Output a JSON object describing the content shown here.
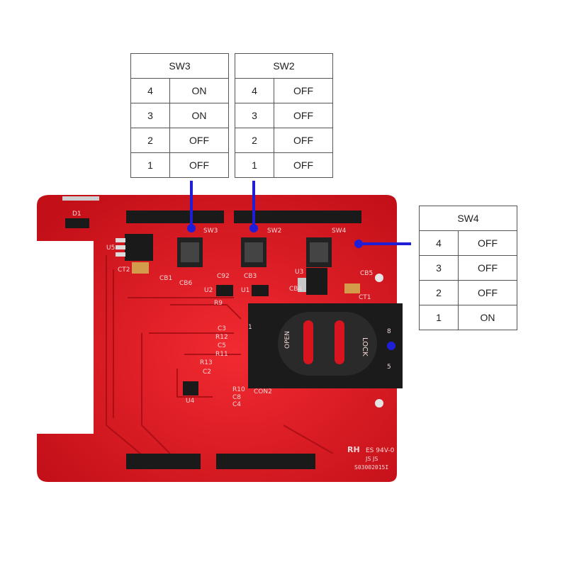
{
  "switch_tables": [
    {
      "id": "sw3",
      "title": "SW3",
      "rows": [
        {
          "position": "4",
          "state": "ON"
        },
        {
          "position": "3",
          "state": "ON"
        },
        {
          "position": "2",
          "state": "OFF"
        },
        {
          "position": "1",
          "state": "OFF"
        }
      ]
    },
    {
      "id": "sw2",
      "title": "SW2",
      "rows": [
        {
          "position": "4",
          "state": "OFF"
        },
        {
          "position": "3",
          "state": "OFF"
        },
        {
          "position": "2",
          "state": "OFF"
        },
        {
          "position": "1",
          "state": "OFF"
        }
      ]
    },
    {
      "id": "sw4",
      "title": "SW4",
      "rows": [
        {
          "position": "4",
          "state": "OFF"
        },
        {
          "position": "3",
          "state": "OFF"
        },
        {
          "position": "2",
          "state": "OFF"
        },
        {
          "position": "1",
          "state": "ON"
        }
      ]
    }
  ],
  "silkscreen": {
    "d1": "D1",
    "u5": "U5",
    "ct2": "CT2",
    "cb1": "CB1",
    "cb6": "CB6",
    "c92": "C92",
    "cb3": "CB3",
    "u2": "U2",
    "u1": "U1",
    "cb4": "CB4",
    "u3": "U3",
    "cb5": "CB5",
    "ct1": "CT1",
    "r9": "R9",
    "c3": "C3",
    "r12": "R12",
    "c5": "C5",
    "r11": "R11",
    "r13": "R13",
    "c2": "C2",
    "r10": "R10",
    "c8": "C8",
    "c4": "C4",
    "u4": "U4",
    "con2": "CON2",
    "sw3": "SW3",
    "sw2": "SW2",
    "sw4": "SW4",
    "open": "OPEN",
    "lock": "LOCK",
    "pin8": "8",
    "pin5": "5",
    "pin1": "1",
    "logo": "RH",
    "rating": "ES 94V-0",
    "mark": "JS JS",
    "serial": "S03002015I"
  },
  "colors": {
    "pcb": "#d8151f",
    "indicator": "#1e1ed8",
    "header": "#1a1a1a"
  }
}
